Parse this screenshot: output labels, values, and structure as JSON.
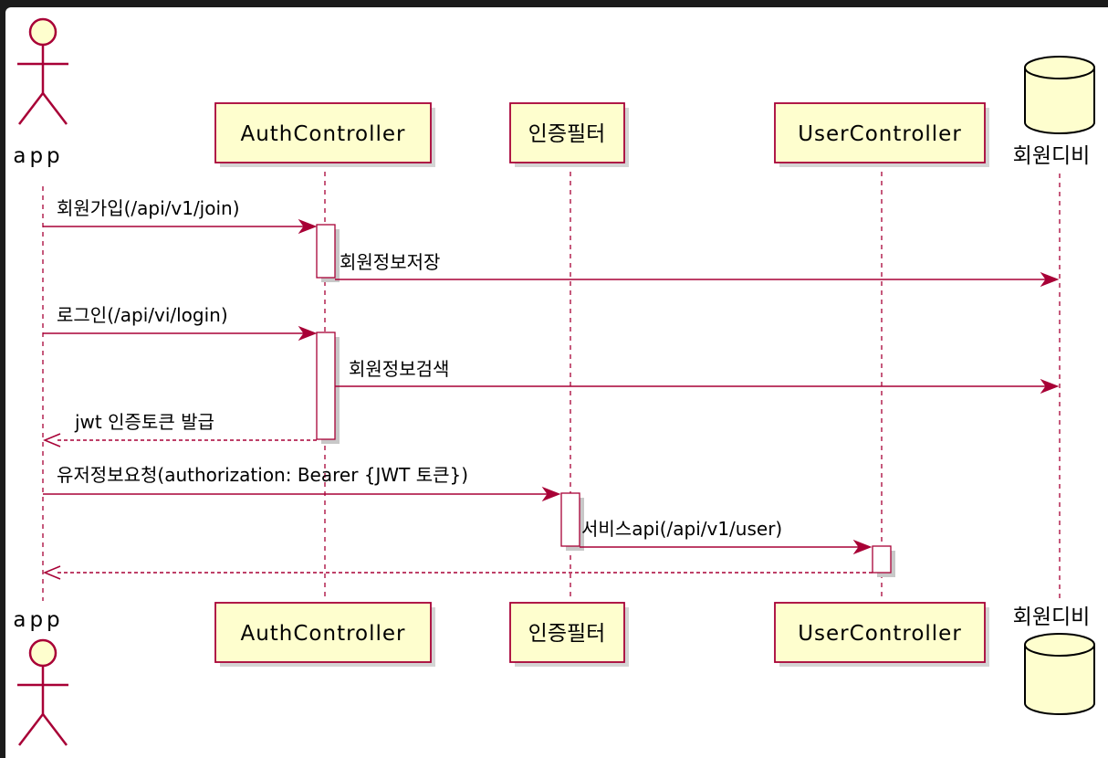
{
  "participants": [
    {
      "id": "app",
      "name": "app",
      "type": "actor"
    },
    {
      "id": "auth",
      "name": "AuthController",
      "type": "participant"
    },
    {
      "id": "filter",
      "name": "인증필터",
      "type": "participant"
    },
    {
      "id": "user",
      "name": "UserController",
      "type": "participant"
    },
    {
      "id": "db",
      "name": "회원디비",
      "type": "database"
    }
  ],
  "messages": [
    {
      "from": "app",
      "to": "auth",
      "label": "회원가입(/api/v1/join)",
      "style": "solid"
    },
    {
      "from": "auth",
      "to": "db",
      "label": "회원정보저장",
      "style": "solid"
    },
    {
      "from": "app",
      "to": "auth",
      "label": "로그인(/api/vi/login)",
      "style": "solid"
    },
    {
      "from": "auth",
      "to": "db",
      "label": "회원정보검색",
      "style": "solid"
    },
    {
      "from": "auth",
      "to": "app",
      "label": "jwt 인증토큰 발급",
      "style": "dashed"
    },
    {
      "from": "app",
      "to": "filter",
      "label": "유저정보요청(authorization: Bearer {JWT 토큰})",
      "style": "solid"
    },
    {
      "from": "filter",
      "to": "user",
      "label": "서비스api(/api/v1/user)",
      "style": "solid"
    },
    {
      "from": "user",
      "to": "app",
      "label": "",
      "style": "dashed"
    }
  ],
  "colors": {
    "line": "#a80036",
    "box_fill": "#fefece"
  }
}
